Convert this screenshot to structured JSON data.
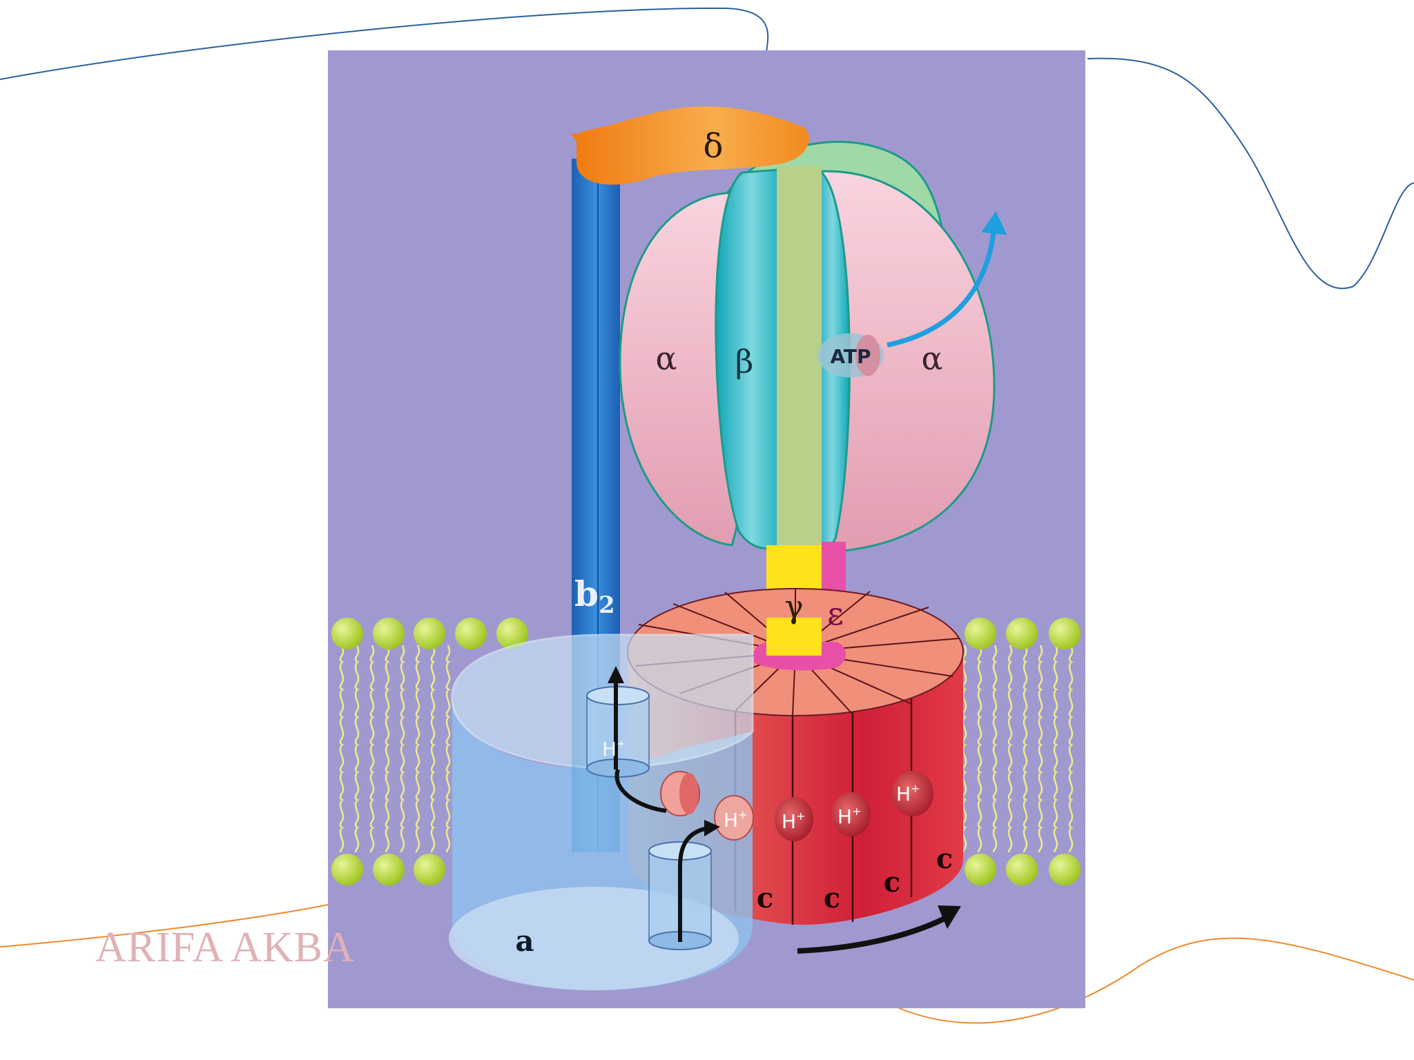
{
  "author": "ARIFA AKBA",
  "labels": {
    "delta": "δ",
    "alpha_left": "α",
    "beta": "β",
    "alpha_right": "α",
    "atp": "ATP",
    "b2": "b",
    "b2_sub": "2",
    "gamma": "γ",
    "epsilon": "ε",
    "a": "a",
    "c1": "c",
    "c2": "c",
    "c3": "c",
    "c4": "c",
    "h": "H",
    "plus": "+"
  },
  "colors": {
    "panel": "#a099cf",
    "delta": "#f08b1c",
    "stalk": "#1e6fc4",
    "alpha": "#eeb4c3",
    "beta": "#1db8c6",
    "gamma": "#ffe31a",
    "epsilon": "#e84fa6",
    "c_ring_top": "#f2907a",
    "c_ring_side": "#d8303e",
    "a_subunit": "#8fc0ec",
    "lipid_head": "#b6dc28",
    "arrow_blue": "#1d9fe0",
    "deco_blue": "#2c5f9e",
    "deco_orange": "#ef8a2e",
    "author": "#e0b1b6"
  }
}
